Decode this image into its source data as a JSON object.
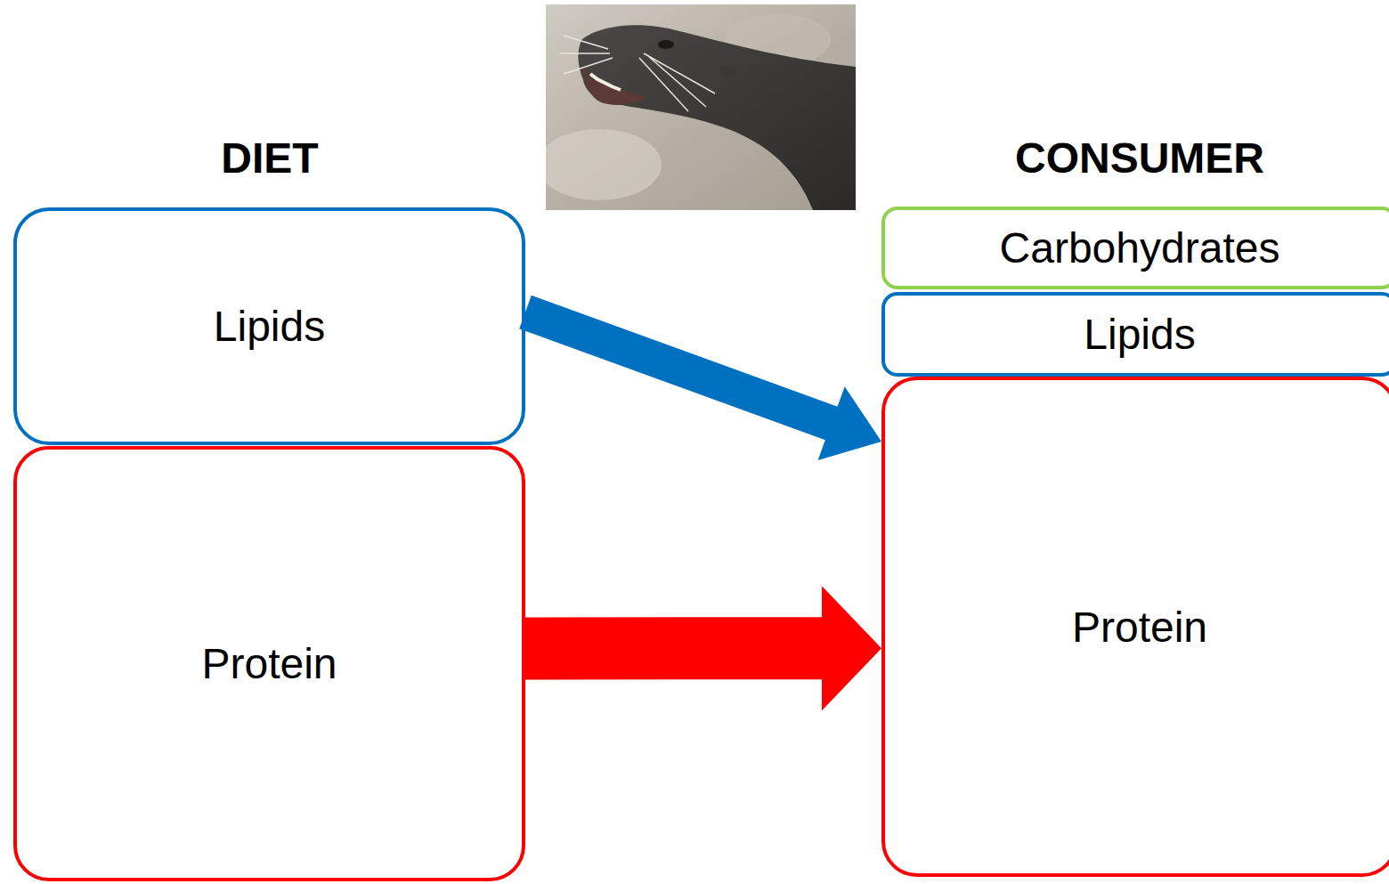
{
  "diagram": {
    "nodes": [
      {
        "text": [
          "Lipids"
        ]
      },
      {
        "text": [
          "Protein"
        ]
      },
      {
        "text": [
          "Carbohydrates"
        ]
      },
      {
        "text": [
          "Lipids"
        ]
      },
      {
        "text": [
          "Protein"
        ]
      }
    ],
    "edges": [
      {
        "from": 0,
        "to": 4,
        "arrow": "to"
      },
      {
        "from": 1,
        "to": 4,
        "arrow": "to"
      }
    ],
    "labels": [
      "DIET",
      "CONSUMER"
    ]
  }
}
